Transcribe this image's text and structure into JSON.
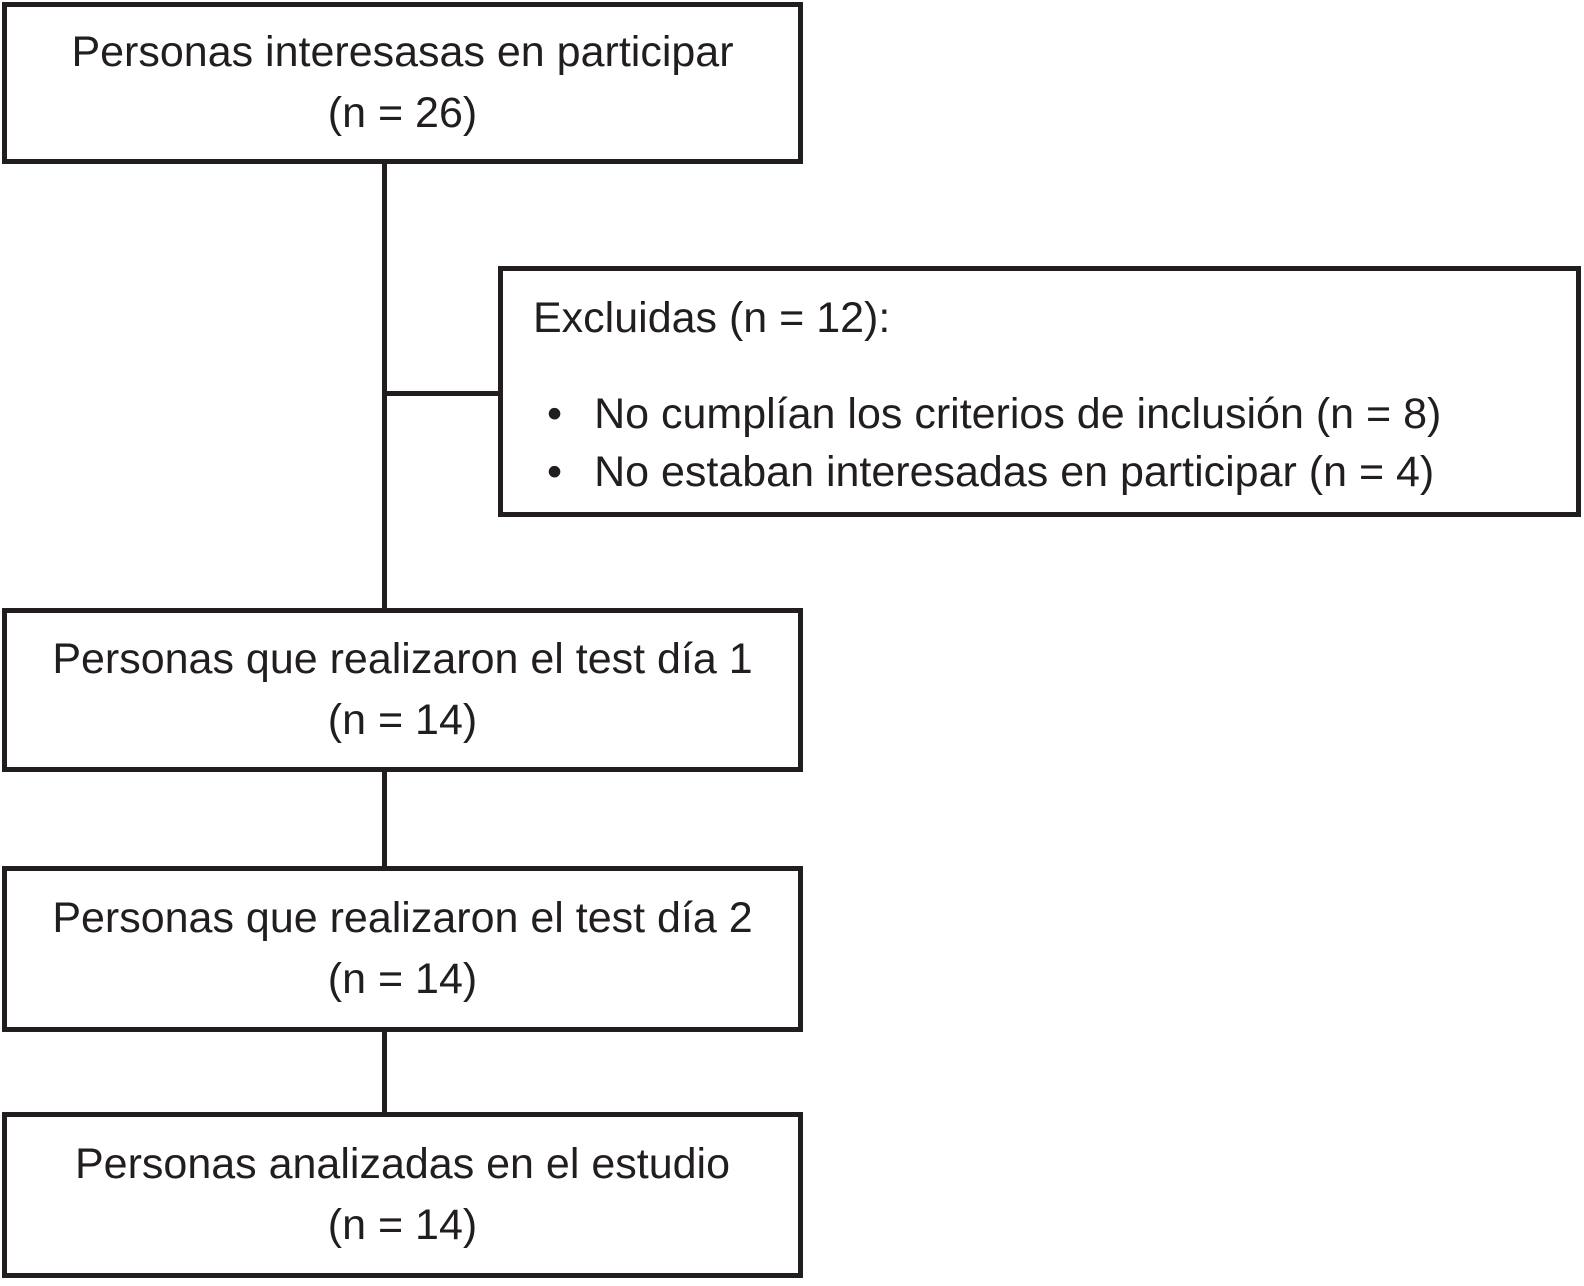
{
  "diagram": {
    "type": "participant-flow",
    "colors": {
      "ink": "#221e1f",
      "background": "#ffffff"
    },
    "bullet_glyph": "•",
    "boxes": {
      "interested": {
        "line1": "Personas interesasas en participar",
        "line2": "(n = 26)"
      },
      "excluded": {
        "title": "Excluidas (n = 12):",
        "bullets": [
          "No cumplían los criterios de inclusión (n = 8)",
          "No estaban interesadas en participar (n = 4)"
        ]
      },
      "day1": {
        "line1": "Personas que realizaron el test día 1",
        "line2": "(n = 14)"
      },
      "day2": {
        "line1": "Personas que realizaron el test día 2",
        "line2": "(n = 14)"
      },
      "analyzed": {
        "line1": "Personas analizadas en el estudio",
        "line2": "(n = 14)"
      }
    }
  }
}
